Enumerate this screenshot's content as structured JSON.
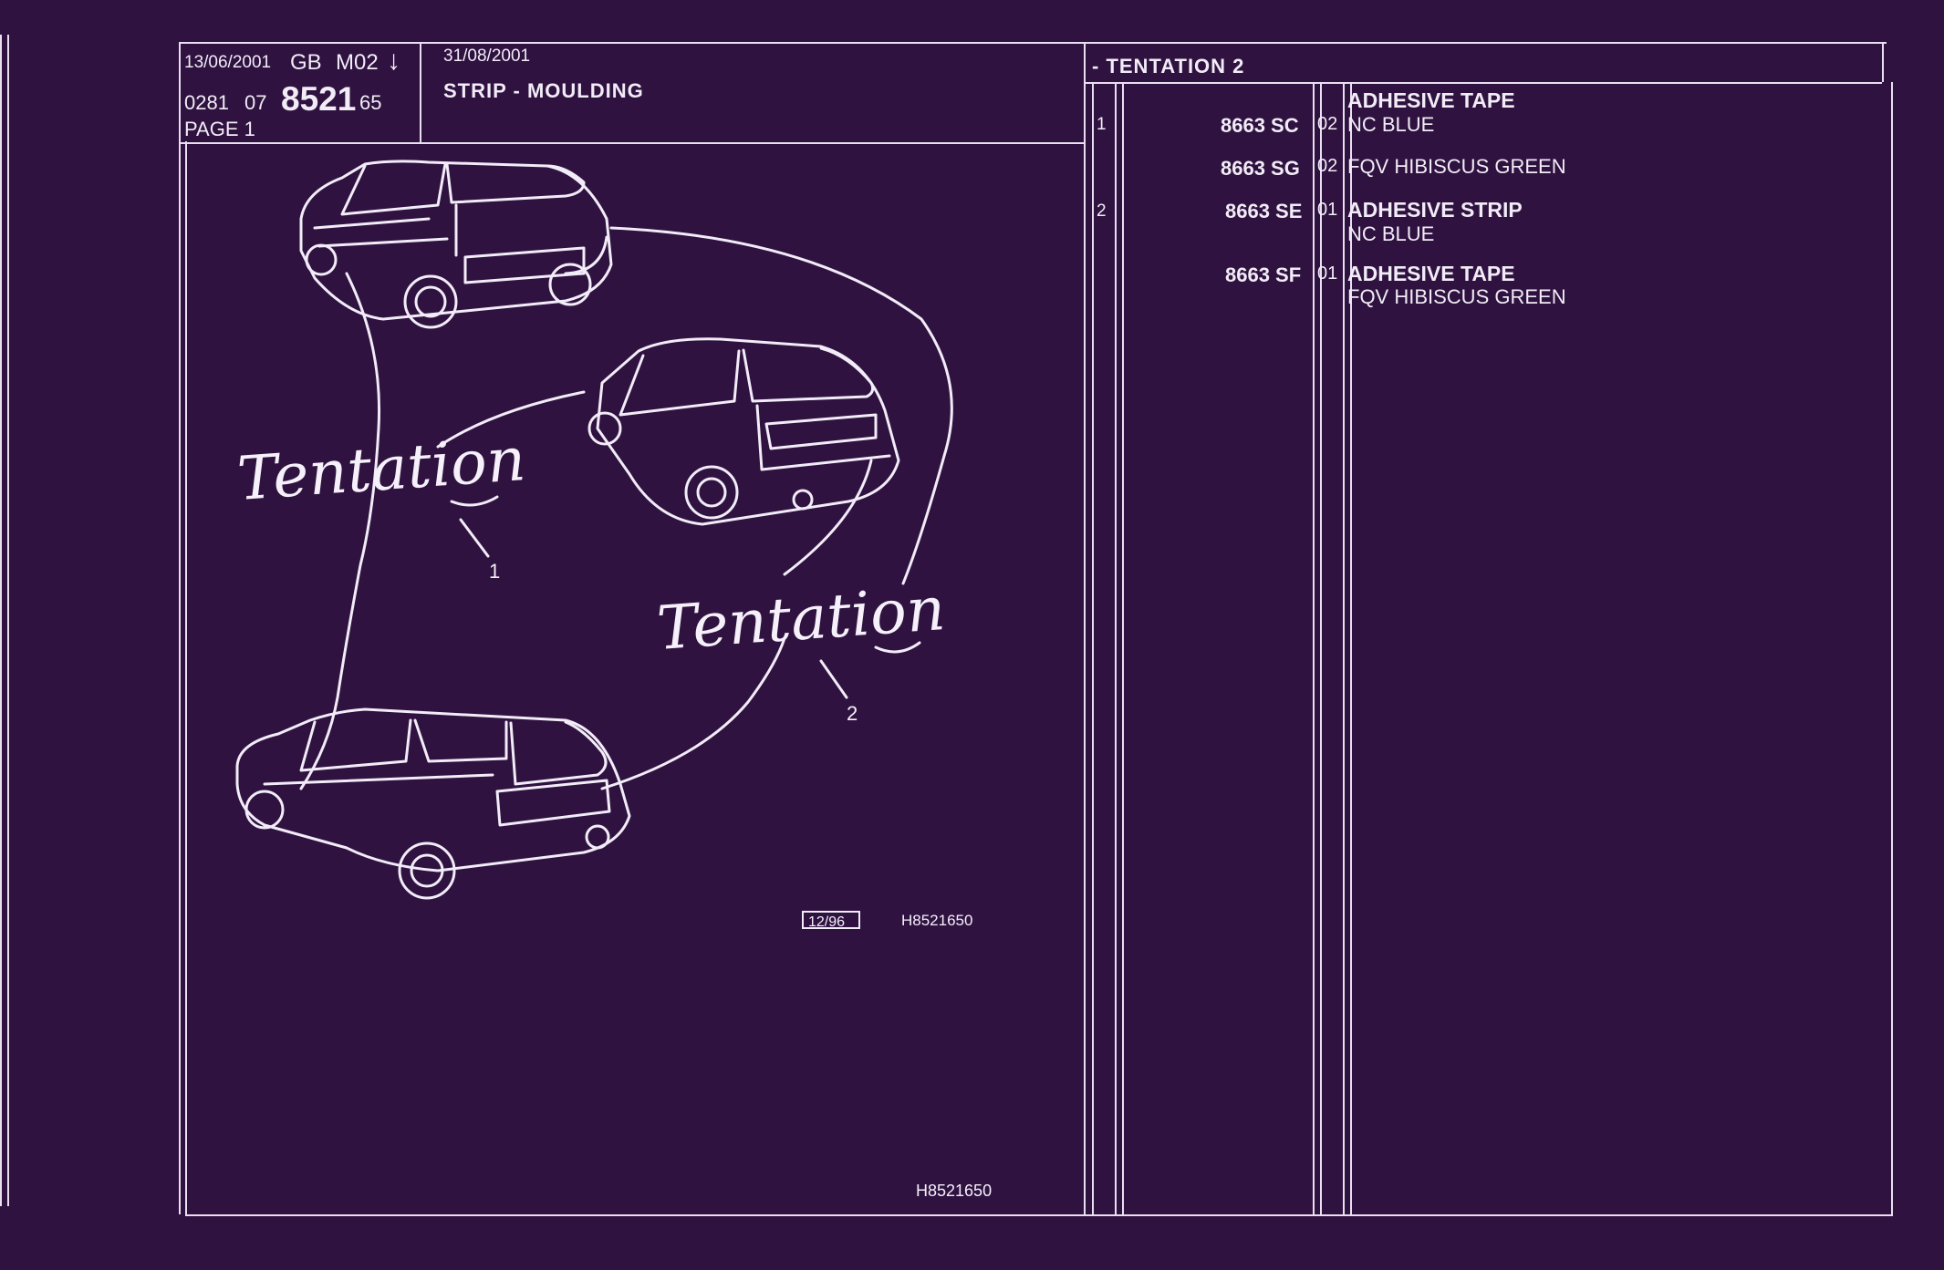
{
  "header": {
    "date_left": "13/06/2001",
    "lang": "GB",
    "model": "M02",
    "arrow": "↓",
    "code_a": "0281",
    "code_b": "07",
    "code_main": "8521",
    "code_c": "65",
    "page": "PAGE 1",
    "date_right": "31/08/2001",
    "title": "STRIP - MOULDING",
    "section": "- TENTATION 2"
  },
  "illustration": {
    "logo_text": "Tentation",
    "callouts": [
      "1",
      "2"
    ],
    "date_box": "12/96",
    "ref_code": "H8521650",
    "footer_ref": "H8521650"
  },
  "parts": [
    {
      "item": "1",
      "ref": "8663 SC",
      "qty": "02",
      "desc": "ADHESIVE TAPE",
      "color": "NC BLUE"
    },
    {
      "item": "",
      "ref": "8663 SG",
      "qty": "02",
      "desc": "",
      "color": "FQV HIBISCUS GREEN"
    },
    {
      "item": "2",
      "ref": "8663 SE",
      "qty": "01",
      "desc": "ADHESIVE STRIP",
      "color": "NC BLUE"
    },
    {
      "item": "",
      "ref": "8663 SF",
      "qty": "01",
      "desc": "ADHESIVE TAPE",
      "color": "FQV HIBISCUS GREEN"
    }
  ],
  "colors": {
    "background": "#2f1240",
    "ink": "#f1ecf6"
  }
}
